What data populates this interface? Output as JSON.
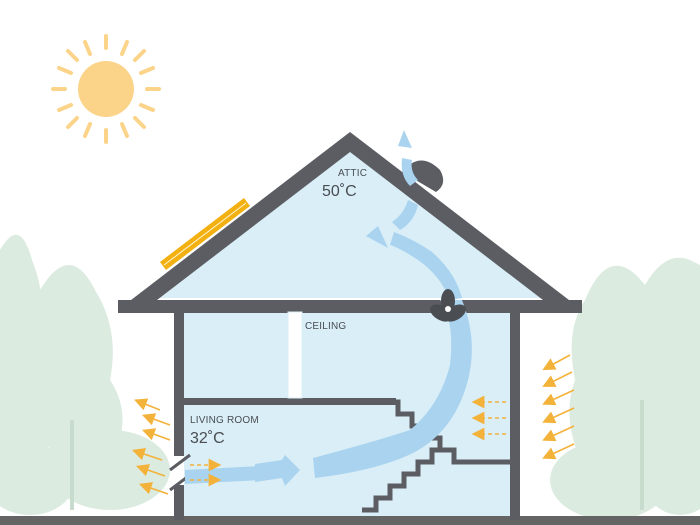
{
  "labels": {
    "attic": "ATTIC",
    "attic_temp": "50˚C",
    "ceiling": "CEILING",
    "living_room": "LIVING ROOM",
    "living_temp": "32˚C"
  },
  "colors": {
    "house_outline": "#5b5d62",
    "interior": "#d9eef7",
    "airflow": "#a9d3ef",
    "sun": "#fbd48a",
    "heat_arrows": "#f3b23a",
    "solar_panel": "#f2b011",
    "trees": "#dcebe0",
    "ground": "#646464"
  },
  "icons": [
    "sun-icon",
    "solar-panel-icon",
    "attic-fan-icon",
    "roof-vent-icon",
    "stairs-icon",
    "window-icon"
  ]
}
